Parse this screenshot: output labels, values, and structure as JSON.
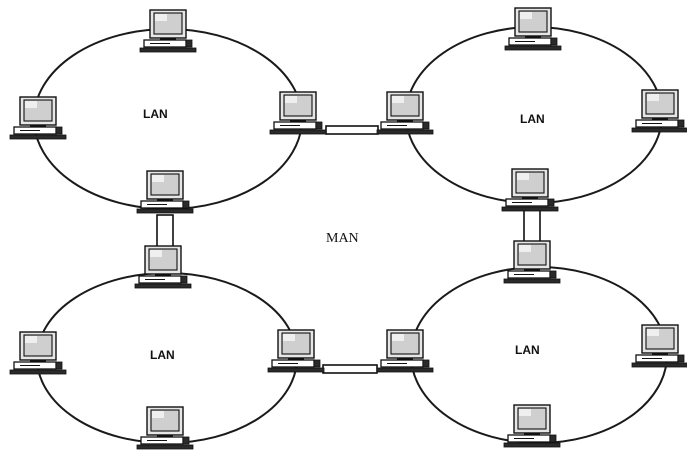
{
  "diagram": {
    "center_label": "MAN",
    "lan_label": "LAN",
    "lan_count": 4,
    "computers_per_lan": 4,
    "bridge_links": 4,
    "colors": {
      "stroke": "#111111",
      "background": "#ffffff",
      "screen": "#d4d4d4"
    },
    "icon": "desktop-computer-icon"
  }
}
